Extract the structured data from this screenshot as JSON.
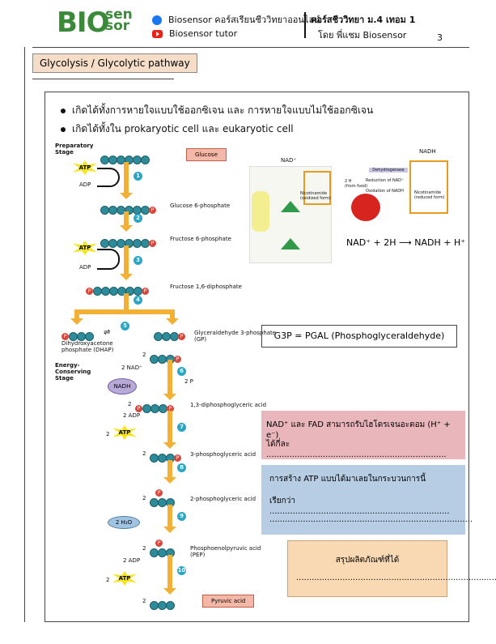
{
  "header": {
    "logo_main": "BIO",
    "logo_sub_top": "sen",
    "logo_sub_bottom": "sor",
    "facebook_text": "Biosensor คอร์สเรียนชีววิทยาออนไลน์",
    "youtube_text": "Biosensor tutor",
    "course_line1": "คอร์สชีววิทยา ม.4 เทอม 1",
    "course_line2": "โดย พี่แชม Biosensor",
    "page_number": "3"
  },
  "section_tag": "Glycolysis / Glycolytic pathway",
  "bullets": [
    "เกิดได้ทั้งการหายใจแบบใช้ออกซิเจน และ การหายใจแบบไม่ใช้ออกซิเจน",
    "เกิดได้ทั้งใน prokaryotic cell และ eukaryotic cell"
  ],
  "diagram": {
    "preparatory_stage": "Preparatory\nStage",
    "energy_stage": "Energy-\nConserving\nStage",
    "glucose": "Glucose",
    "g6p": "Glucose 6-phosphate",
    "f6p": "Fructose 6-phosphate",
    "f16dp": "Fructose 1,6-diphosphate",
    "dhap": "Dihydroxyacetone\nphosphate (DHAP)",
    "gp": "Glyceraldehyde 3-phosphate\n(GP)",
    "bpg": "1,3-diphosphoglyceric acid",
    "pg3": "3-phosphoglyceric acid",
    "pg2": "2-phosphoglyceric acid",
    "pep": "Phosphoenolpyruvic acid\n(PEP)",
    "pyruvic": "Pyruvic acid",
    "atp": "ATP",
    "adp": "ADP",
    "nad": "2 NAD⁺",
    "nadh": "NADH",
    "pi": "2 P",
    "h2o": "2  H₂O",
    "two": "2",
    "two_adp": "2 ADP",
    "steps": [
      "1",
      "2",
      "3",
      "4",
      "5",
      "6",
      "7",
      "8",
      "9",
      "10"
    ]
  },
  "nad_panel": {
    "nad_plus": "NAD⁺",
    "nicotinamide_ox": "Nicotinamide\n(oxidized form)",
    "nadh": "NADH",
    "nicotinamide_red": "Nicotinamide\n(reduced form)",
    "dehydrogenase": "Dehydrogenase",
    "reduction": "Reduction of NAD⁺",
    "oxidation": "Oxidation of NADH",
    "from_food": "2 H\n(from food)",
    "equation": "NAD⁺ + 2H ⟶ NADH + H⁺"
  },
  "g3p_note": "G3P = PGAL (Phosphoglyceraldehyde)",
  "pink_box": {
    "line1": "NAD⁺ และ FAD สามารถรับไฮโดรเจนอะตอม (H⁺ + e⁻)",
    "line2": "ได้กี่ละ ......................................................................"
  },
  "blue_box": {
    "line1": "การสร้าง ATP แบบได้มาเลยในกระบวนการนี้",
    "line2": "เรียกว่า ......................................................................",
    "line3": "..............................................................................."
  },
  "peach_box": {
    "line1": "สรุปผลิตภัณฑ์ที่ได้",
    "line2": "..............................................................................."
  },
  "colors": {
    "accent": "#3a8a3a",
    "arrow": "#f2b134",
    "bead": "#2e8b9a",
    "phosphate": "#d9473b"
  }
}
